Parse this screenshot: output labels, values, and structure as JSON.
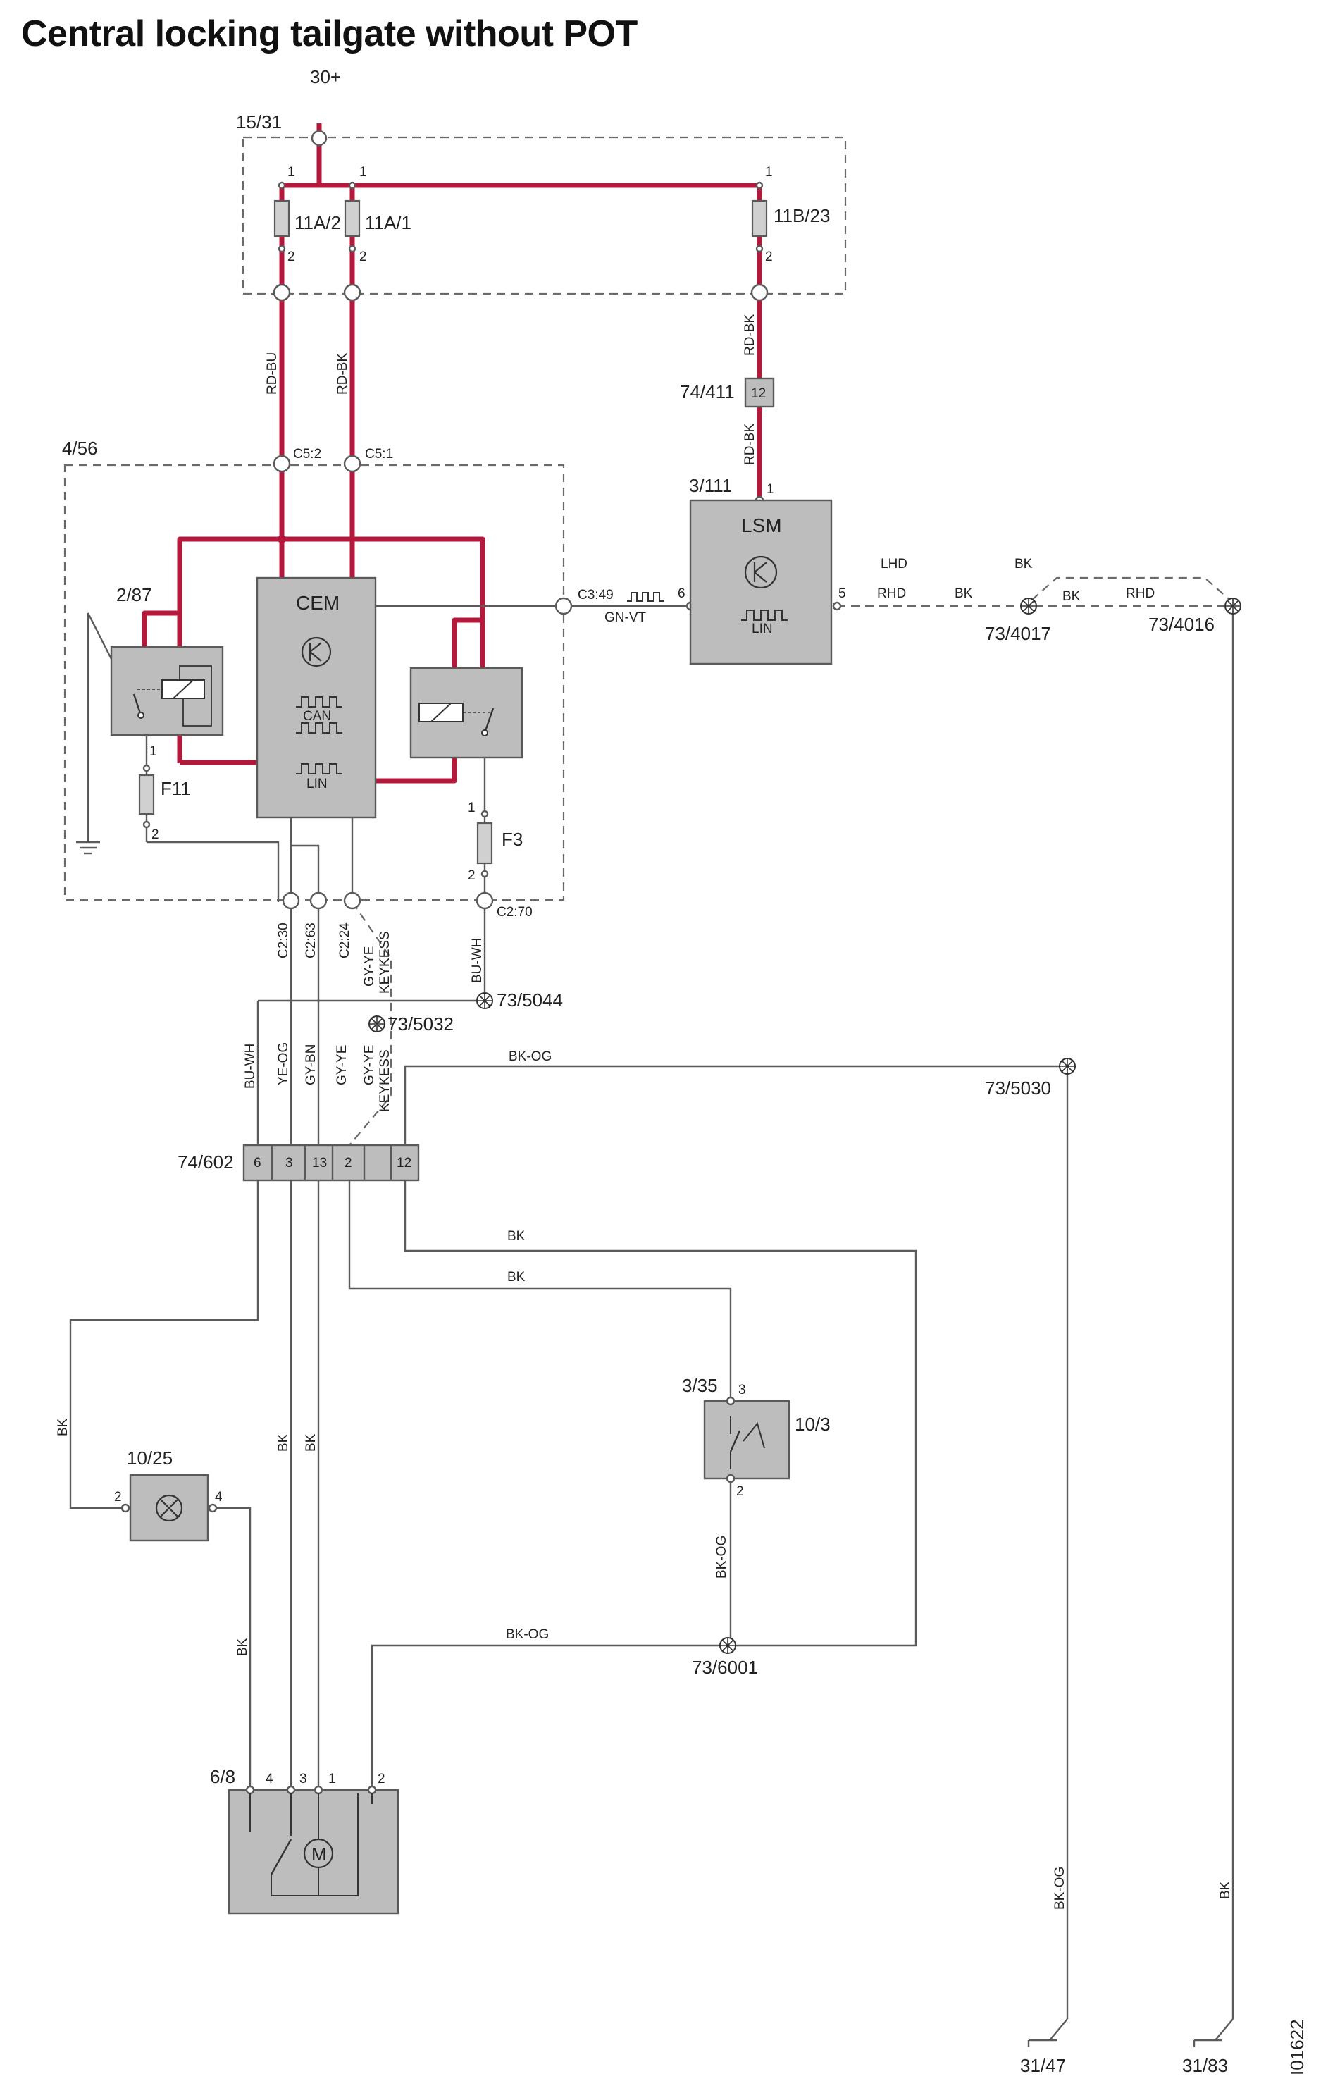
{
  "title": "Central locking tailgate without POT",
  "supply": "30+",
  "doc_id": "I01622",
  "fuse_box": {
    "id": "15/31",
    "fuses": [
      "11A/2",
      "11A/1",
      "11B/23"
    ]
  },
  "cem_module": {
    "id": "4/56",
    "cem_label": "CEM",
    "relay_left": "2/87",
    "fuse_left": "F11",
    "fuse_right": "F3"
  },
  "lsm": {
    "id": "3/111",
    "label": "LSM"
  },
  "connectors": {
    "c52": "C5:2",
    "c51": "C5:1",
    "c349": "C3:49",
    "c270": "C2:70",
    "c230": "C2:30",
    "c263": "C2:63",
    "c224": "C2:24",
    "k74_411": "74/411",
    "k74_602": "74/602"
  },
  "splices": [
    "73/4017",
    "73/4016",
    "73/5044",
    "73/5032",
    "73/5030",
    "73/6001"
  ],
  "grounds": [
    "31/47",
    "31/83"
  ],
  "components": {
    "lamp": "10/25",
    "switch": "3/35",
    "switch_side": "10/3",
    "motor": "6/8"
  },
  "small_labels": {
    "can": "CAN",
    "lin": "LIN",
    "motor_symbol": "M",
    "lhd": "LHD",
    "rhd": "RHD"
  },
  "wire_colors": {
    "rd_bu": "RD-BU",
    "rd_bk": "RD-BK",
    "gn_vt": "GN-VT",
    "bk": "BK",
    "bu_wh": "BU-WH",
    "ye_og": "YE-OG",
    "gy_bn": "GY-BN",
    "gy_ye": "GY-YE",
    "keykess": "KEYKESS",
    "bk_og": "BK-OG"
  },
  "pin_numbers": [
    "1",
    "2",
    "3",
    "4",
    "5",
    "6",
    "12",
    "13"
  ],
  "palette": {
    "power": "#b4193c",
    "wire": "#5a5a5a",
    "component_fill": "#bdbdbd"
  }
}
